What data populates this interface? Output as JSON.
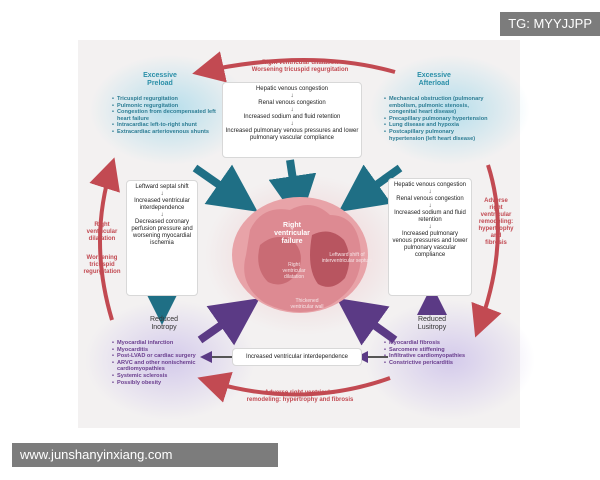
{
  "watermark_top": "TG: MYYJJPP",
  "watermark_bottom": "www.junshanyinxiang.com",
  "top_arrow_label": [
    "Right ventricular dilatation",
    "Worsening tricuspid regurgitation"
  ],
  "bottom_arrow_label": [
    "Adverse right ventricular",
    "remodeling: hypertrophy and fibrosis"
  ],
  "left_arrow_label_1": [
    "Right",
    "ventricular",
    "dilatation"
  ],
  "left_arrow_label_2": [
    "Worsening",
    "tricuspid",
    "regurgitation"
  ],
  "right_arrow_label": [
    "Adverse",
    "right",
    "ventricular",
    "remodeling:",
    "hypertrophy",
    "and",
    "fibrosis"
  ],
  "preload": {
    "title": [
      "Excessive",
      "Preload"
    ],
    "items": [
      "Tricuspid regurgitation",
      "Pulmonic regurgitation",
      "Congestion from decompensated left heart failure",
      "Intracardiac left-to-right shunt",
      "Extracardiac arteriovenous shunts"
    ]
  },
  "afterload": {
    "title": [
      "Excessive",
      "Afterload"
    ],
    "items": [
      "Mechanical obstruction (pulmonary embolism, pulmonic stenosis, congenital heart disease)",
      "Precapillary pulmonary hypertension",
      "Lung disease and hypoxia",
      "Postcapillary pulmonary hypertension (left heart disease)"
    ]
  },
  "inotropy": {
    "title": [
      "Reduced",
      "Inotropy"
    ],
    "items": [
      "Myocardial infarction",
      "Myocarditis",
      "Post-LVAD or cardiac surgery",
      "ARVC and other nonischemic cardiomyopathies",
      "Systemic sclerosis",
      "Possibly obesity"
    ]
  },
  "lusitropy": {
    "title": [
      "Reduced",
      "Lusitropy"
    ],
    "items": [
      "Myocardial fibrosis",
      "Sarcomere stiffening",
      "Infiltrative cardiomyopathies",
      "Constrictive pericarditis"
    ]
  },
  "top_box": [
    "Hepatic venous congestion",
    "Renal venous congestion",
    "Increased sodium and fluid retention",
    "Increased pulmonary venous pressures and lower pulmonary vascular compliance"
  ],
  "left_box": [
    "Leftward septal shift",
    "Increased ventricular interdependence",
    "Decreased coronary perfusion pressure and worsening myocardial ischemia"
  ],
  "right_box": [
    "Hepatic venous congestion",
    "Renal venous congestion",
    "Increased sodium and fluid retention",
    "Increased pulmonary venous pressures and lower pulmonary vascular compliance"
  ],
  "bottom_box": "Increased ventricular interdependence",
  "heart": {
    "title": [
      "Right",
      "ventricular",
      "failure"
    ],
    "septum": "Leftward shift of interventricular septum",
    "dilatation": [
      "Right",
      "ventricular",
      "dilatation"
    ],
    "wall": [
      "Thickened",
      "ventricular wall"
    ]
  },
  "colors": {
    "red": "#c24a52",
    "teal": "#2a8fa8",
    "purple": "#6a3e8e",
    "banner": "rgba(80,80,80,0.75)"
  }
}
